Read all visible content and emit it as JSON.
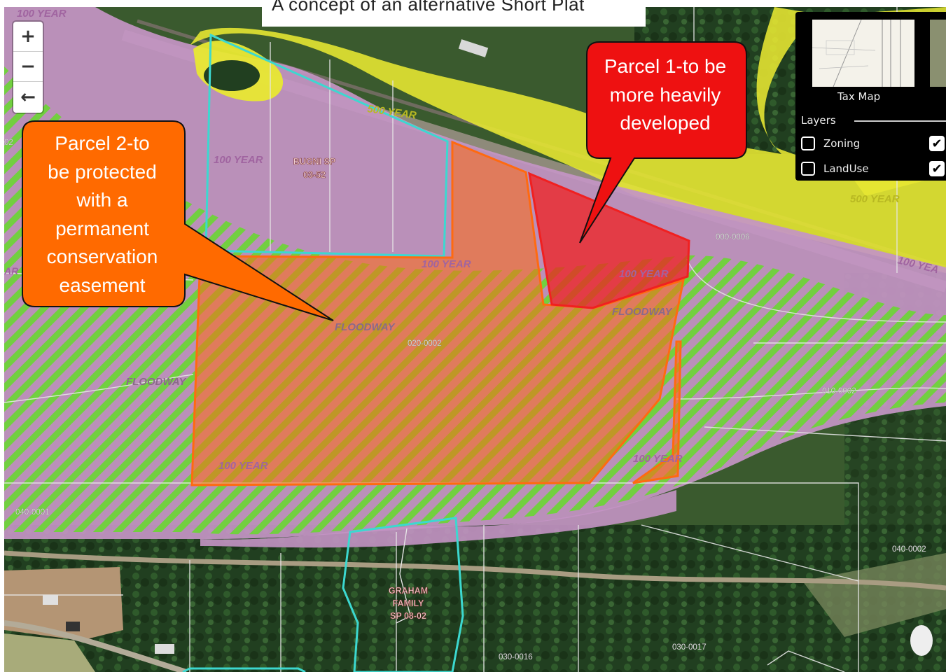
{
  "title": "A concept of an alternative Short Plat",
  "zoom": {
    "in": "+",
    "out": "−",
    "back": "←"
  },
  "layer_panel": {
    "basemap_label": "Tax Map",
    "layers_title": "Layers",
    "layers": [
      {
        "name": "Zoning",
        "checked": true
      },
      {
        "name": "LandUse",
        "checked": true
      }
    ],
    "check_glyph": "✔"
  },
  "callouts": {
    "parcel1": {
      "lines": [
        "Parcel 1-to be",
        "more heavily",
        "developed"
      ],
      "color": "#ee1111"
    },
    "parcel2": {
      "lines": [
        "Parcel 2-to",
        "be protected",
        "with a",
        "permanent",
        "conservation",
        "easement"
      ],
      "color": "#ff6a00"
    }
  },
  "map_labels": {
    "flood_100_a": "100 YEAR",
    "flood_100_b": "100 YEAR",
    "flood_100_c": "100 YEAR",
    "flood_100_d": "100 YEAR",
    "flood_100_e": "100 YEAR",
    "flood_100_f": "100 YEAR",
    "flood_100_g": "100 YEA",
    "flood_500_a": "500 YEAR",
    "flood_500_b": "500 YEAR",
    "floodway_a": "FLOODWAY",
    "floodway_b": "FLOODWAY",
    "floodway_c": "FLOODWAY",
    "bugni_1": "BUGNI SP",
    "bugni_2": "03-52",
    "graham_1": "GRAHAM",
    "graham_2": "FAMILY",
    "graham_3": "SP 08-02",
    "p_000_0006": "000-0006",
    "p_020_0002": "020-0002",
    "p_010_0002": "010-0002",
    "p_040_0001": "040-0001",
    "p_040_0002": "040-0002",
    "p_030_0016": "030-0016",
    "p_030_0017": "030-0017",
    "edge_02": "02",
    "edge_ar": "AR"
  },
  "colors": {
    "floodplain": "#c494c4",
    "floodplain_500": "#e8e832",
    "floodway_stripe": "#6ed23a",
    "parcel2_fill": "#ff6a10",
    "parcel1_fill": "#f02020",
    "subdivision_outline": "#3cd8d0",
    "parcel_line": "#e6e6e6"
  }
}
